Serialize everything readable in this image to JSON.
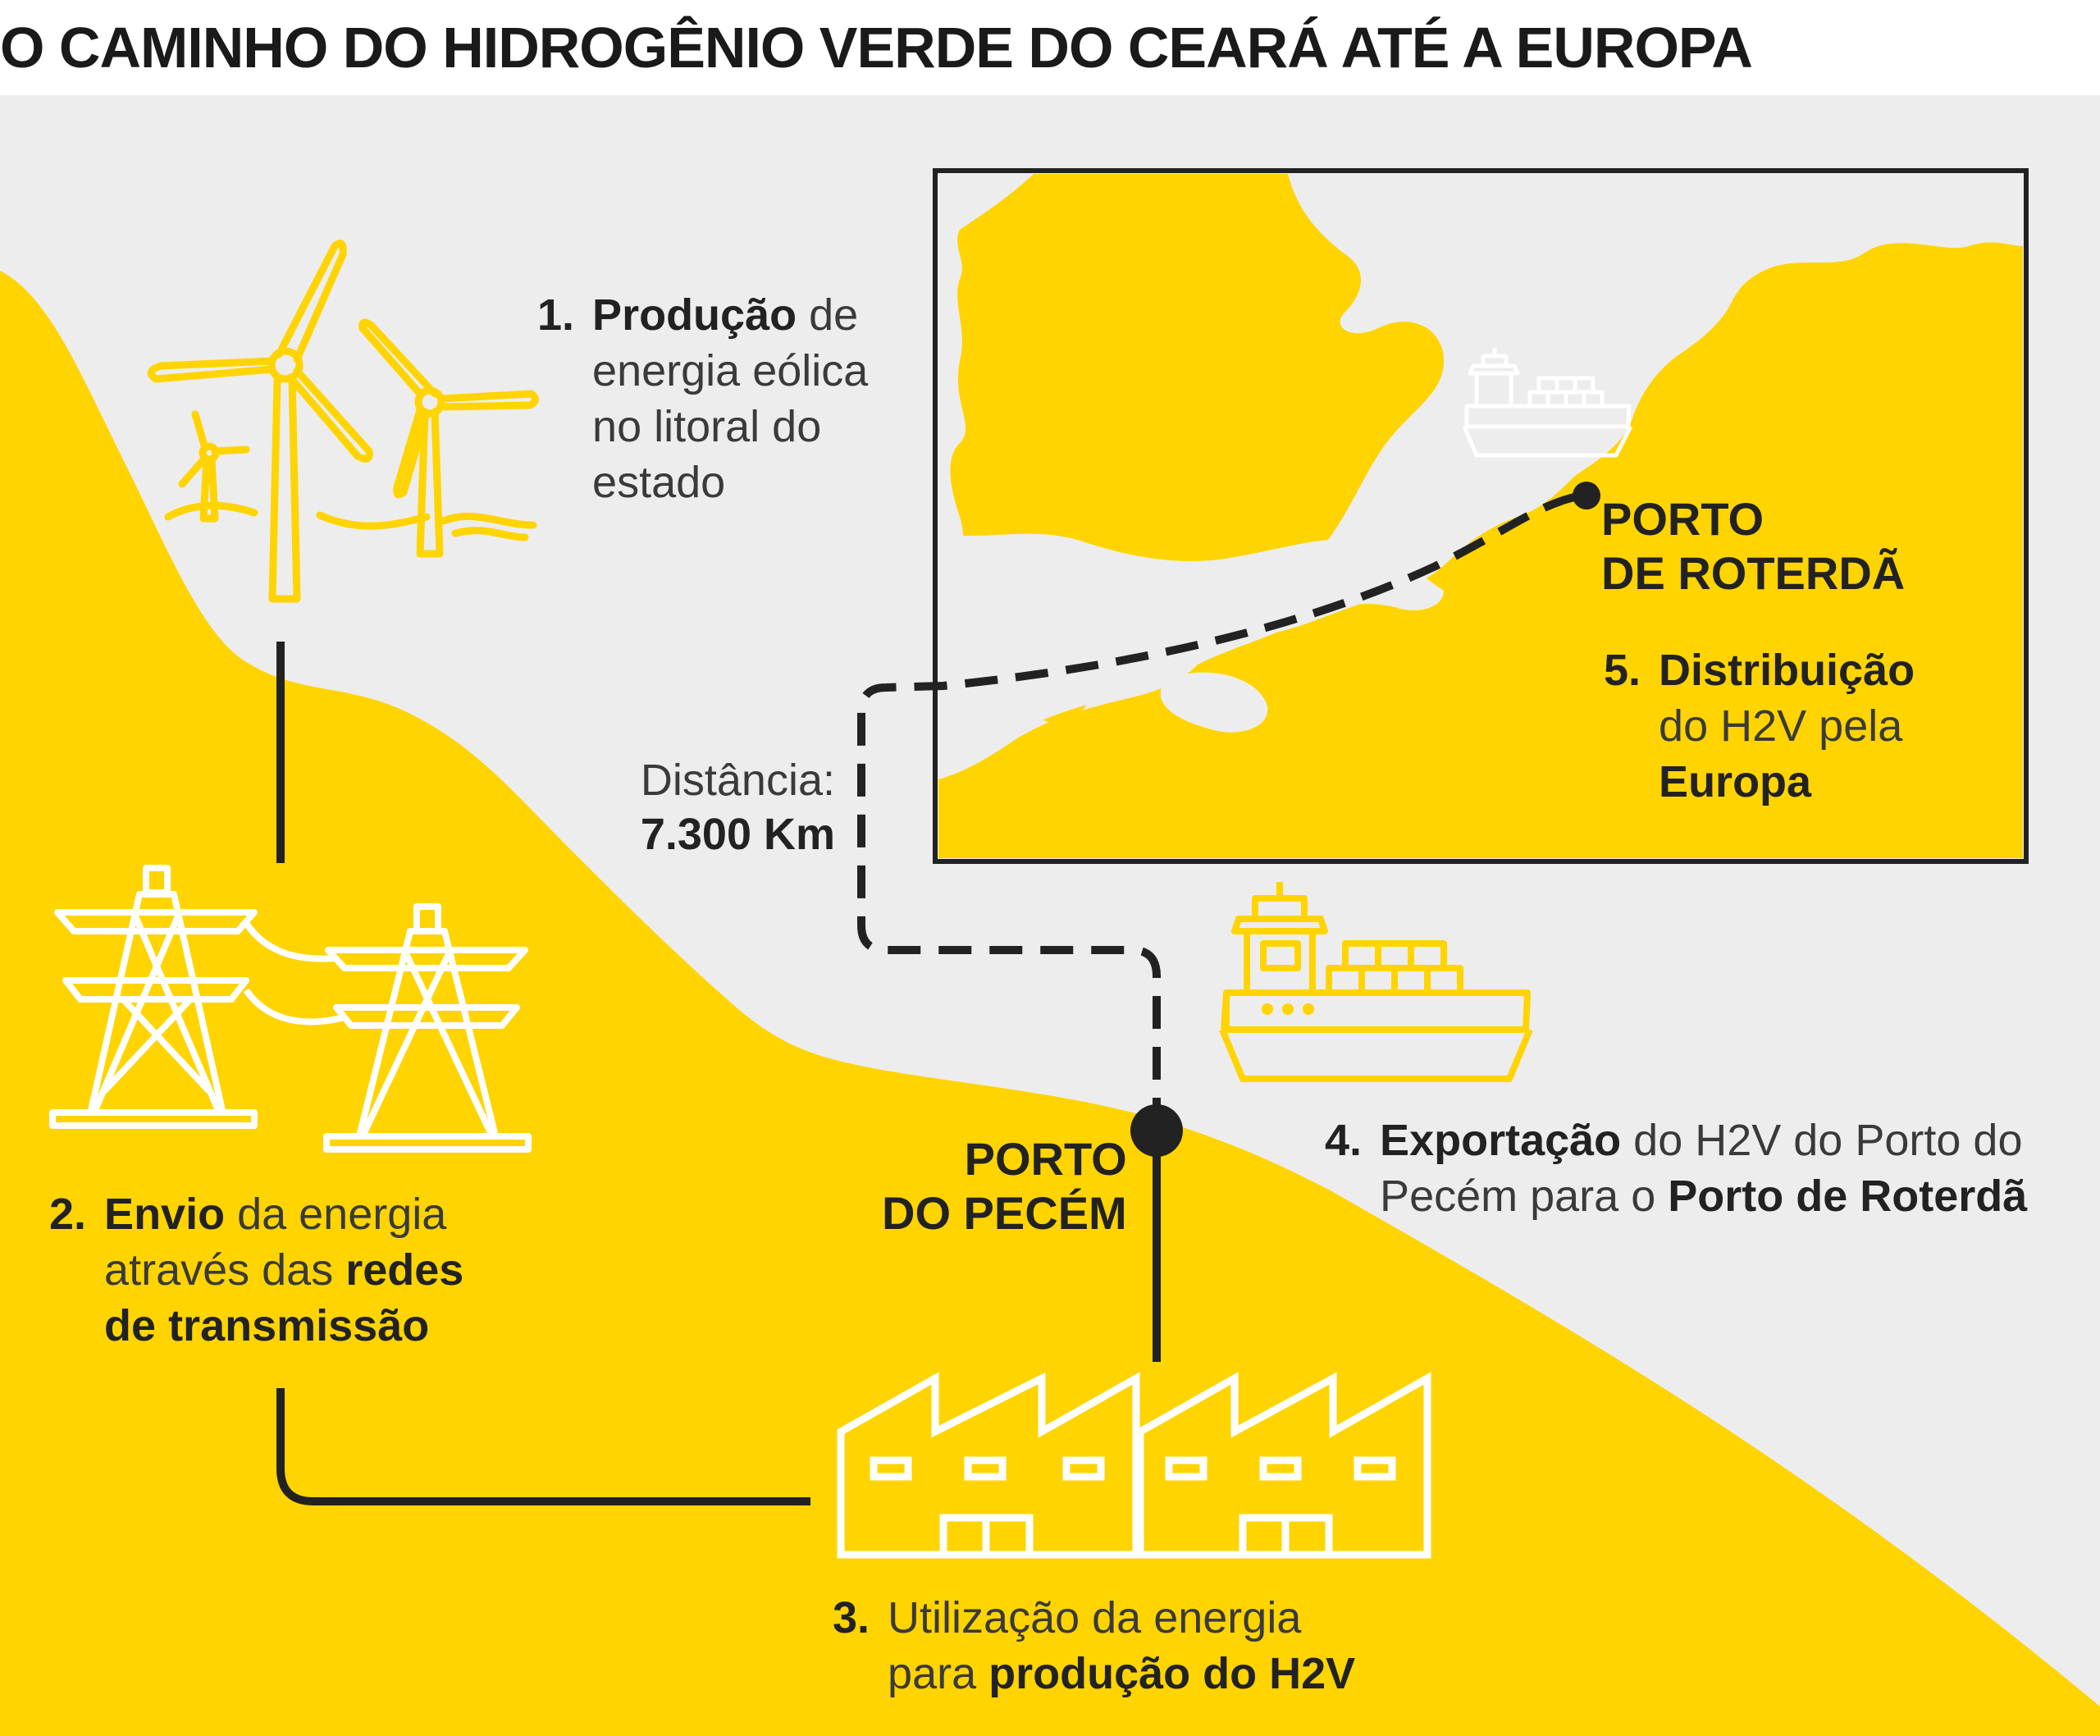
{
  "title": "O CAMINHO DO HIDROGÊNIO VERDE DO CEARÁ ATÉ A EUROPA",
  "colors": {
    "yellow": "#FFD400",
    "gray": "#EDEDED",
    "dark": "#222222",
    "white": "#FFFFFF"
  },
  "steps": {
    "s1": {
      "num": "1.",
      "l1_bold": "Produção",
      "l1_rest": " de",
      "l2": "energia eólica",
      "l3": "no litoral do",
      "l4": "estado"
    },
    "s2": {
      "num": "2.",
      "l1_bold": "Envio",
      "l1_rest": " da energia",
      "l2_pre": "através das ",
      "l2_bold": "redes",
      "l3_bold": "de transmissão"
    },
    "s3": {
      "num": "3.",
      "l1": "Utilização da energia",
      "l2_pre": "para ",
      "l2_bold": "produção do H2V"
    },
    "s4": {
      "num": "4.",
      "l1_bold": "Exportação",
      "l1_rest": " do H2V do Porto do",
      "l2_pre": "Pecém para o ",
      "l2_bold": "Porto de Roterdã"
    },
    "s5": {
      "num": "5.",
      "l1_bold": "Distribuição",
      "l2": "do H2V pela",
      "l3_bold": "Europa"
    }
  },
  "ports": {
    "pecem": {
      "l1": "PORTO",
      "l2": "DO PECÉM"
    },
    "roterda": {
      "l1": "PORTO",
      "l2": "DE ROTERDÃ"
    }
  },
  "distance": {
    "label": "Distância:",
    "value": "7.300 Km"
  },
  "icons": [
    "wind-turbine-icon",
    "transmission-tower-icon",
    "factory-icon",
    "cargo-ship-icon",
    "port-marker-icon"
  ]
}
